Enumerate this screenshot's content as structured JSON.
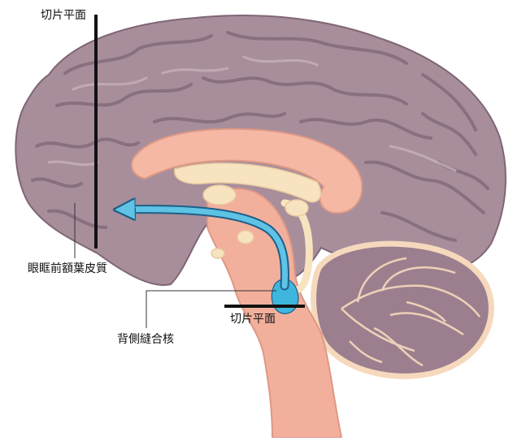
{
  "labels": {
    "slice_plane_top": "切片平面",
    "slice_plane_mid": "切片平面",
    "orbitofrontal": "眼眶前額葉皮質",
    "dorsal_raphe": "背側縫合核"
  },
  "colors": {
    "cortex": "#a88e9b",
    "cortex_shadow": "#7f6676",
    "cortex_highlight": "#c7b0bb",
    "cerebellum": "#9c7f8e",
    "cerebellum_rim": "#f6d9bd",
    "brainstem": "#f2b09c",
    "corpus_callosum": "#f4b8a4",
    "fornix": "#f7e3bf",
    "arrow": "#5fc3e6",
    "arrow_outline": "#1f5f86",
    "nucleus": "#3fb6de",
    "line": "#111111"
  }
}
